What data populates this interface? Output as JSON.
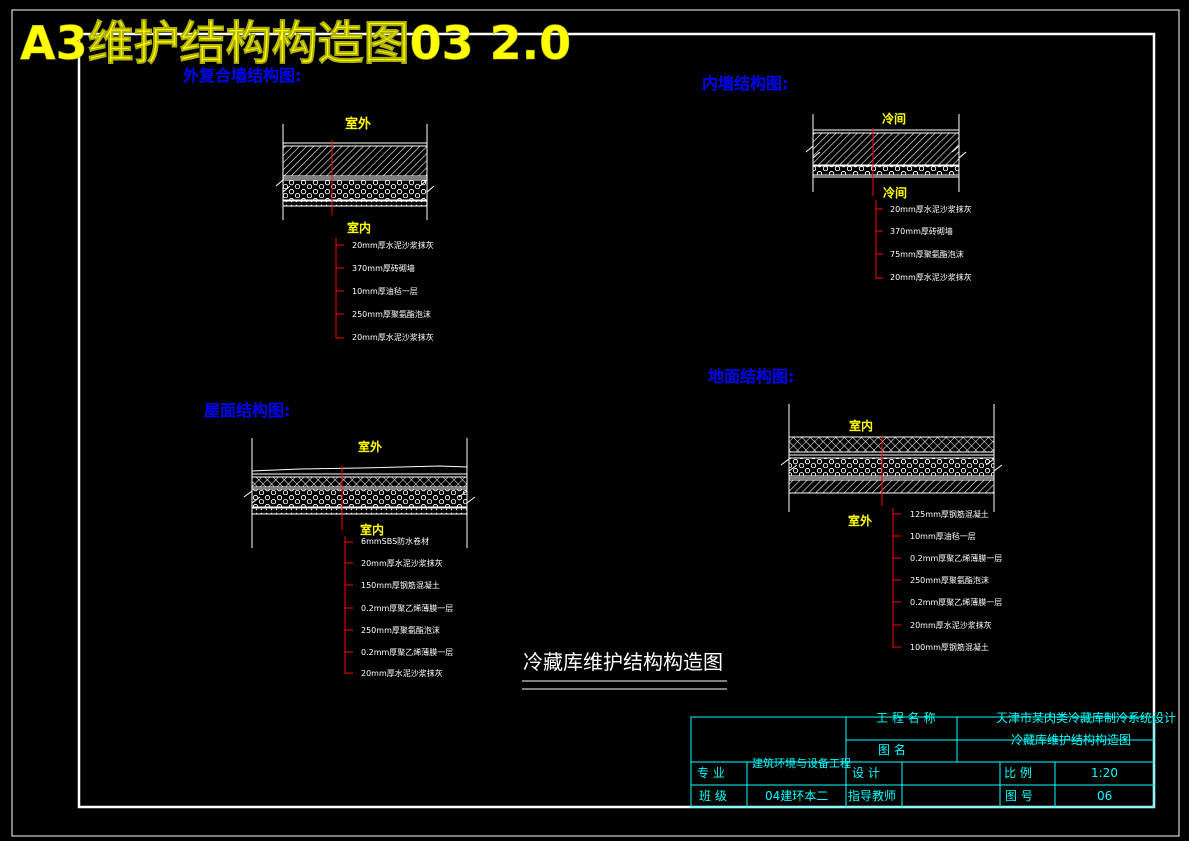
{
  "banner_title": "A3维护结构构造图03 2.0",
  "sections": {
    "outer_wall": {
      "heading": "外复合墙结构图:",
      "top_label": "室外",
      "bottom_label": "室内",
      "layers": [
        "20mm厚水泥沙浆抹灰",
        "370mm厚砖砌墙",
        "10mm厚油毡一层",
        "250mm厚聚氨酯泡沫",
        "20mm厚水泥沙浆抹灰"
      ]
    },
    "inner_wall": {
      "heading": "内墙结构图:",
      "top_label": "冷间",
      "bottom_label": "冷间",
      "layers": [
        "20mm厚水泥沙浆抹灰",
        "370mm厚砖砌墙",
        "75mm厚聚氨酯泡沫",
        "20mm厚水泥沙浆抹灰"
      ]
    },
    "roof": {
      "heading": "屋面结构图:",
      "top_label": "室外",
      "bottom_label": "室内",
      "layers": [
        "6mmSBS防水卷材",
        "20mm厚水泥沙浆抹灰",
        "150mm厚钢筋混凝土",
        "0.2mm厚聚乙烯薄膜一层",
        "250mm厚聚氨酯泡沫",
        "0.2mm厚聚乙烯薄膜一层",
        "20mm厚水泥沙浆抹灰"
      ]
    },
    "floor": {
      "heading": "地面结构图:",
      "top_label": "室内",
      "bottom_label": "室外",
      "layers": [
        "125mm厚钢筋混凝土",
        "10mm厚油毡一层",
        "0.2mm厚聚乙烯薄膜一层",
        "250mm厚聚氨酯泡沫",
        "0.2mm厚聚乙烯薄膜一层",
        "20mm厚水泥沙浆抹灰",
        "100mm厚钢筋混凝土"
      ]
    }
  },
  "drawing_title": "冷藏库维护结构构造图",
  "title_block": {
    "project_label": "工 程 名 称",
    "project_value": "天津市某肉类冷藏库制冷系统设计",
    "drawing_name_label": "图  名",
    "drawing_name_value": "冷藏库维护结构构造图",
    "major_label": "专  业",
    "major_value": "建筑环境与设备工程",
    "design_label": "设  计",
    "scale_label": "比  例",
    "scale_value": "1:20",
    "class_label": "班  级",
    "class_value": "04建环本二",
    "advisor_label": "指导教师",
    "sheet_label": "图  号",
    "sheet_value": "06"
  },
  "colors": {
    "background": "#000000",
    "frame": "#ffffff",
    "banner": "#ffff00",
    "heading": "#0000ff",
    "label": "#ffff00",
    "leader": "#ff0000",
    "title_block": "#00ffff"
  }
}
